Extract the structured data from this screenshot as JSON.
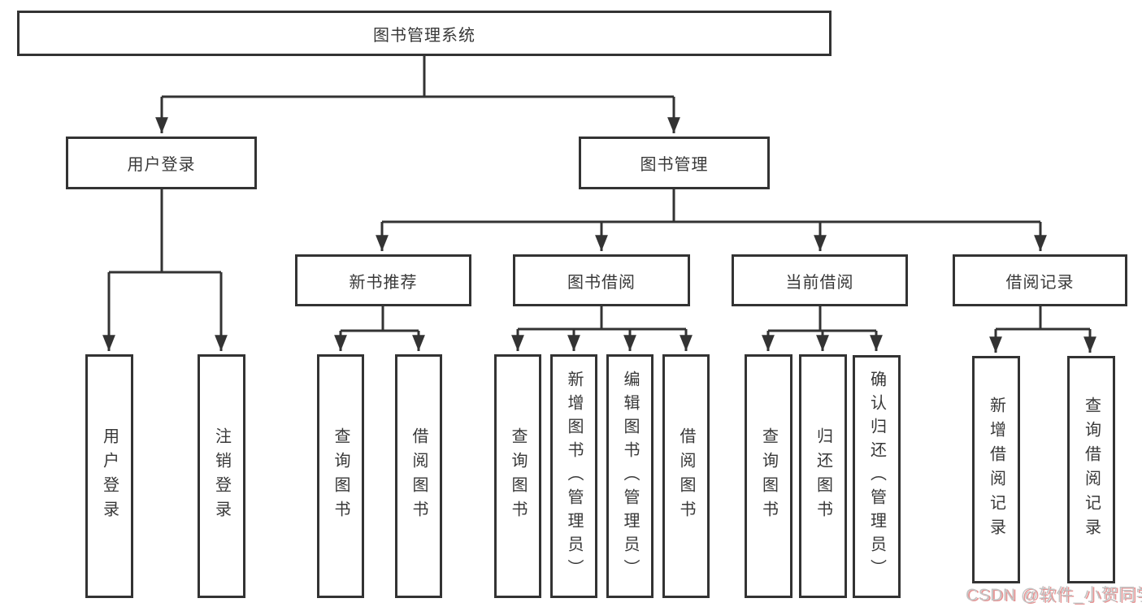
{
  "diagram_title": "图书管理系统",
  "tree": {
    "label": "图书管理系统",
    "children": [
      {
        "label": "用户登录",
        "children": [
          {
            "label": "用户登录"
          },
          {
            "label": "注销登录"
          }
        ]
      },
      {
        "label": "图书管理",
        "children": [
          {
            "label": "新书推荐",
            "children": [
              {
                "label": "查询图书"
              },
              {
                "label": "借阅图书"
              }
            ]
          },
          {
            "label": "图书借阅",
            "children": [
              {
                "label": "查询图书"
              },
              {
                "label": "新增图书（管理员）"
              },
              {
                "label": "编辑图书（管理员）"
              },
              {
                "label": "借阅图书"
              }
            ]
          },
          {
            "label": "当前借阅",
            "children": [
              {
                "label": "查询图书"
              },
              {
                "label": "归还图书"
              },
              {
                "label": "确认归还（管理员）"
              }
            ]
          },
          {
            "label": "借阅记录",
            "children": [
              {
                "label": "新增借阅记录"
              },
              {
                "label": "查询借阅记录"
              }
            ]
          }
        ]
      }
    ]
  },
  "watermark": {
    "text": "CSDN @软件_小贺同学"
  },
  "colors": {
    "line": "#333333",
    "box_background": "#ffffff",
    "text": "#383838",
    "watermark_gray": "#c3c3c3",
    "watermark_red_shadow": "#d85a5a"
  }
}
